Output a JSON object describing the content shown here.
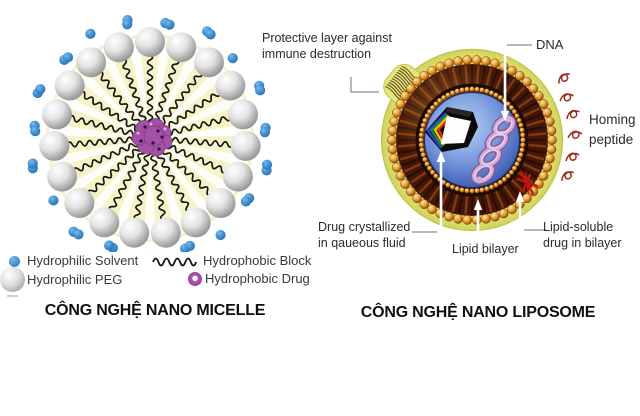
{
  "micelle": {
    "title": "CÔNG NGHỆ NANO MICELLE",
    "legend": {
      "hydrophilic_solvent": "Hydrophilic Solvent",
      "hydrophobic_block": "Hydrophobic Block",
      "hydrophilic_peg": "Hydrophilic PEG",
      "hydrophobic_drug": "Hydrophobic Drug"
    },
    "colors": {
      "body": "#f6f3c8",
      "wedge": "#ffffff",
      "block_line": "#161616",
      "solvent_dot": "#3f8fd2",
      "drug_fill": "#a152a7",
      "drug_edge": "#7d3a84"
    },
    "counts": {
      "peg_spheres": 19,
      "solvent_dots": 34
    }
  },
  "liposome": {
    "title": "CÔNG NGHỆ NANO LIPOSOME",
    "labels": {
      "protective": "Protective layer against\nimmune destruction",
      "dna": "DNA",
      "homing_peptide": "Homing\npeptide",
      "drug_crystallized": "Drug crystallized\nin qaueous fluid",
      "lipid_bilayer": "Lipid bilayer",
      "lipid_soluble": "Lipid-soluble\ndrug in bilayer"
    },
    "colors": {
      "halo": "#e2e378",
      "halo_edge": "#bfc24a",
      "tail_base": "#451608",
      "tail_light": "#7c3b12",
      "tail_dark": "#2a0d05",
      "bead_edge": "#5c2c06",
      "interior_edge": "#1b2d6c",
      "dna_strand": "#d4aed8",
      "dna_shadow": "#8a5a98",
      "dna_highlight": "#f0dcf2",
      "drug_patch": "#c41510",
      "peptide": "#9c2a1a",
      "arrow": "#ffffff",
      "connector": "#8f8f8f"
    }
  }
}
